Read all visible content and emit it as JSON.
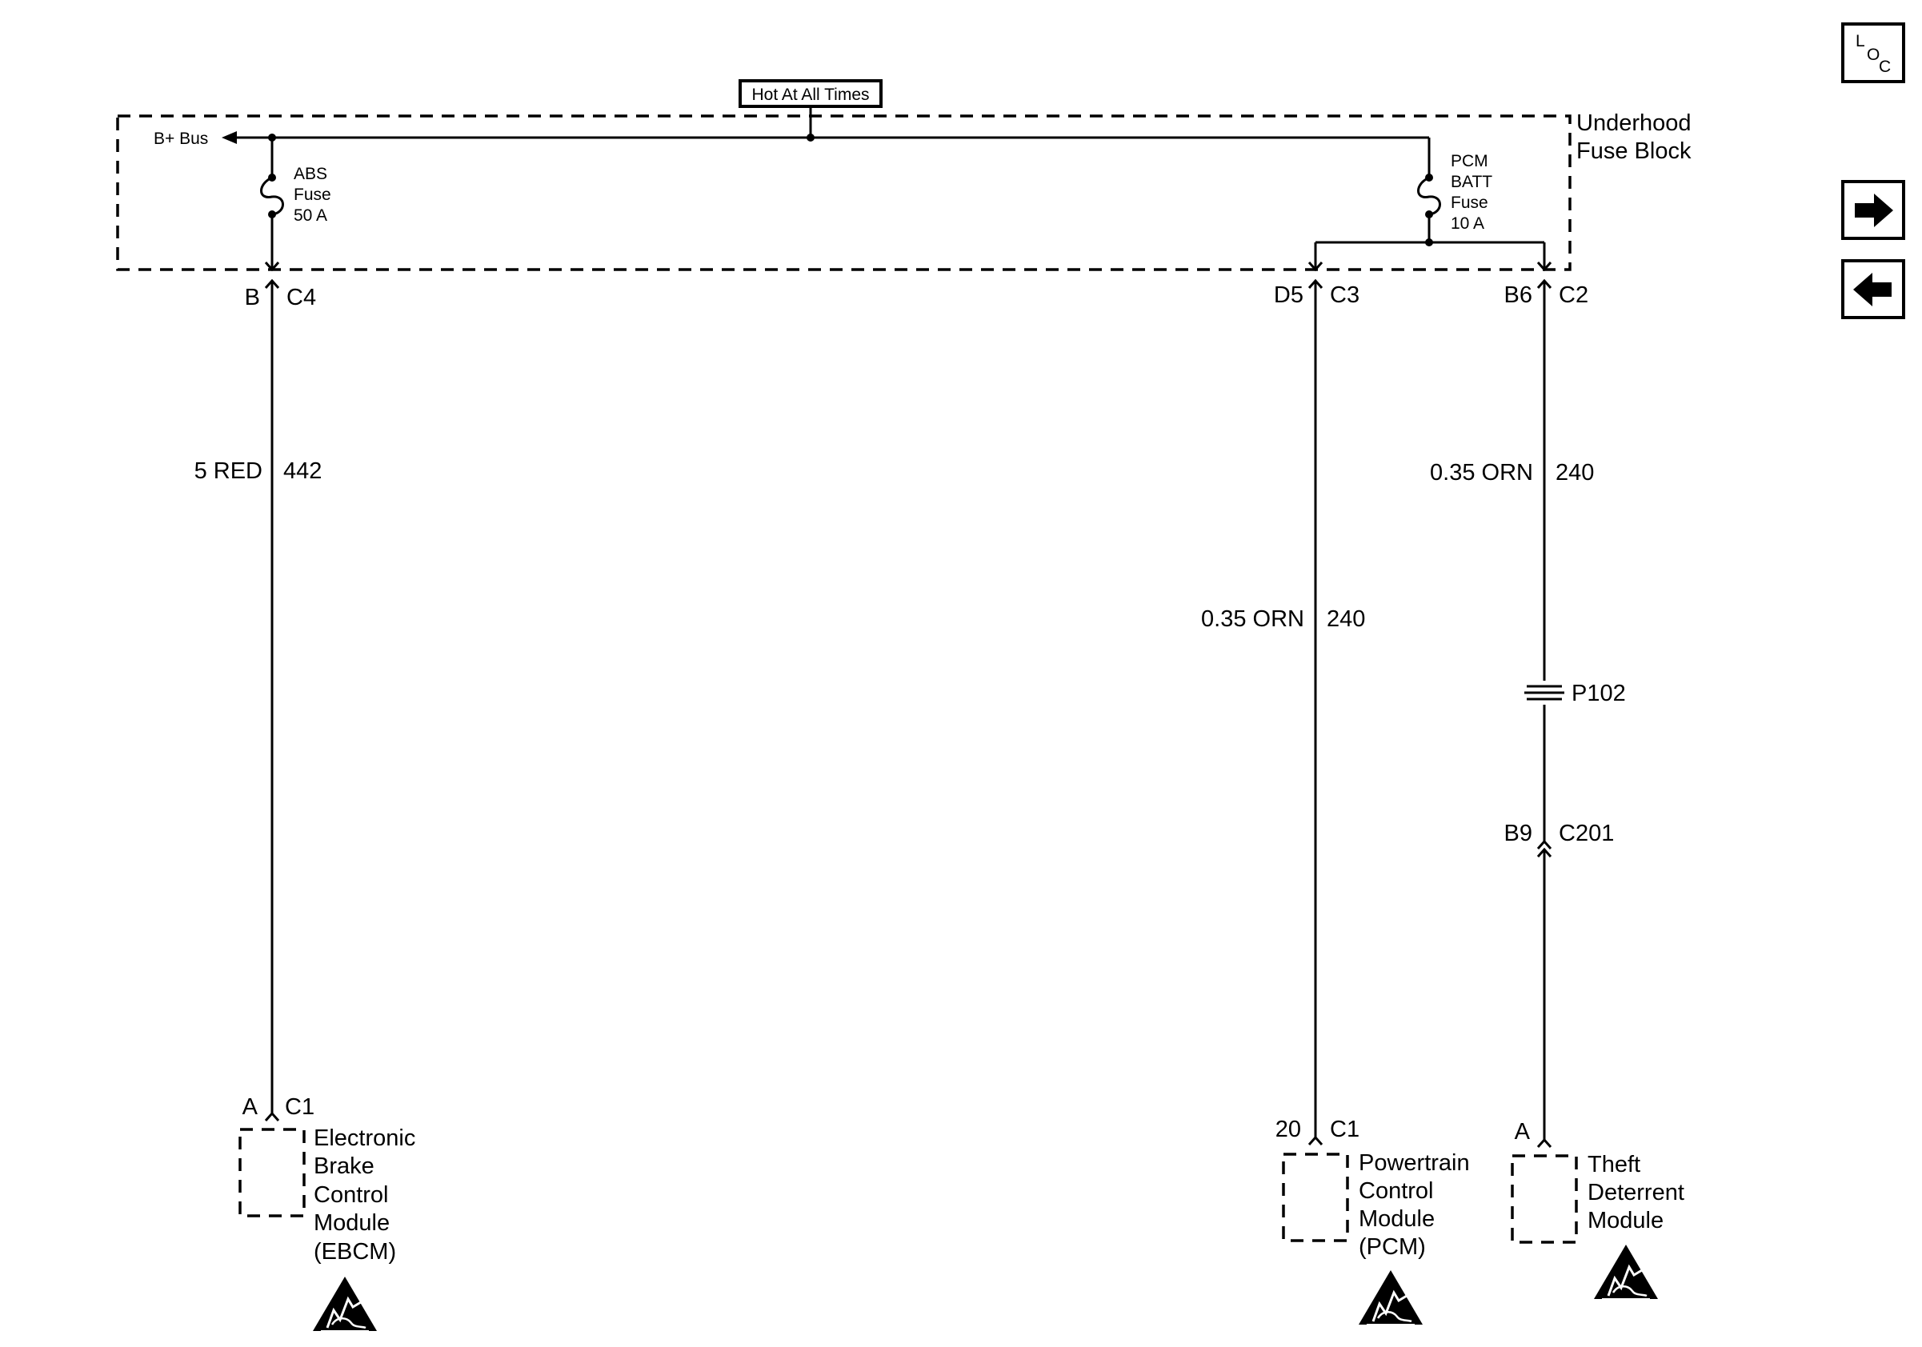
{
  "header": {
    "hot_label": "Hot At All Times"
  },
  "fuse_block": {
    "name_line1": "Underhood",
    "name_line2": "Fuse Block",
    "bus_label": "B+ Bus",
    "abs_fuse": {
      "line1": "ABS",
      "line2": "Fuse",
      "line3": "50 A"
    },
    "pcm_fuse": {
      "line1": "PCM",
      "line2": "BATT",
      "line3": "Fuse",
      "line4": "10 A"
    }
  },
  "connectors": {
    "c4": {
      "pin": "B",
      "name": "C4"
    },
    "c3": {
      "pin": "D5",
      "name": "C3"
    },
    "c2": {
      "pin": "B6",
      "name": "C2"
    },
    "p102": {
      "name": "P102"
    },
    "c201": {
      "pin": "B9",
      "name": "C201"
    },
    "ebcm_c1": {
      "pin": "A",
      "name": "C1"
    },
    "pcm_c1": {
      "pin": "20",
      "name": "C1"
    },
    "tdm": {
      "pin": "A"
    }
  },
  "wires": {
    "w442": {
      "gauge": "5 RED",
      "circuit": "442"
    },
    "w240_pcm": {
      "gauge": "0.35 ORN",
      "circuit": "240"
    },
    "w240_tdm": {
      "gauge": "0.35 ORN",
      "circuit": "240"
    }
  },
  "modules": {
    "ebcm": {
      "line1": "Electronic",
      "line2": "Brake",
      "line3": "Control",
      "line4": "Module",
      "line5": "(EBCM)"
    },
    "pcm": {
      "line1": "Powertrain",
      "line2": "Control",
      "line3": "Module",
      "line4": "(PCM)"
    },
    "tdm": {
      "line1": "Theft",
      "line2": "Deterrent",
      "line3": "Module"
    }
  },
  "nav": {
    "loc": {
      "l": "L",
      "o": "O",
      "c": "C"
    },
    "icons": [
      "location-icon",
      "arrow-right-icon",
      "arrow-left-icon"
    ]
  }
}
